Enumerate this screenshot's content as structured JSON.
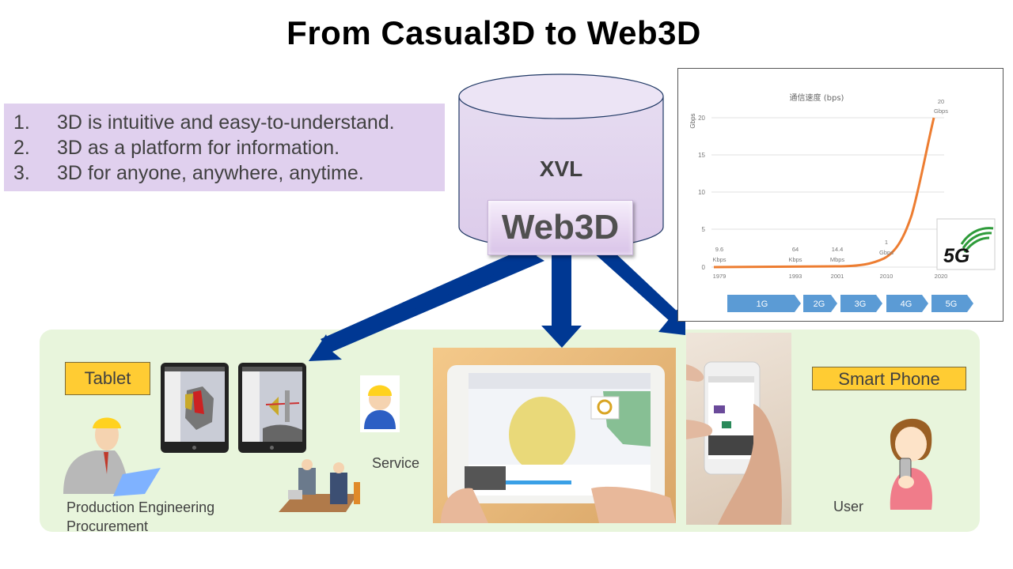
{
  "title": "From Casual3D to Web3D",
  "key_points": [
    {
      "num": "1.",
      "text": "3D is intuitive and easy-to-understand."
    },
    {
      "num": "2.",
      "text": "3D as a platform for information."
    },
    {
      "num": "3.",
      "text": "3D for anyone, anywhere, anytime."
    }
  ],
  "database": {
    "label": "XVL",
    "badge": "Web3D"
  },
  "colors": {
    "arrow": "#003893",
    "panel_bg": "#e8f5dc",
    "label_bg": "#ffcc33",
    "points_bg": "#e0d0ee",
    "curve": "#ed7d31",
    "gen_arrow": "#5b9bd5"
  },
  "devices": {
    "tablet": {
      "label": "Tablet"
    },
    "smartphone": {
      "label": "Smart Phone"
    }
  },
  "roles": {
    "production": "Production Engineering",
    "procurement": "Procurement",
    "service": "Service",
    "user": "User"
  },
  "chart_data": {
    "type": "line",
    "title": "通信速度 (bps)",
    "xlabel": "",
    "ylabel": "Gbps",
    "ylim": [
      0,
      20
    ],
    "yticks": [
      0,
      5,
      10,
      15,
      20
    ],
    "x": [
      "1979",
      "1993",
      "2001",
      "2010",
      "2020"
    ],
    "values": [
      9.6e-06,
      6.4e-05,
      0.0144,
      1,
      20
    ],
    "data_labels": [
      {
        "x": "1979",
        "line1": "9.6",
        "line2": "Kbps"
      },
      {
        "x": "1993",
        "line1": "64",
        "line2": "Kbps"
      },
      {
        "x": "2001",
        "line1": "14.4",
        "line2": "Mbps"
      },
      {
        "x": "2010",
        "line1": "1",
        "line2": "Gbps"
      },
      {
        "x": "2020",
        "line1": "20",
        "line2": "Gbps"
      }
    ],
    "generations": [
      "1G",
      "2G",
      "3G",
      "4G",
      "5G"
    ],
    "logo": "5G",
    "grid": true,
    "legend": "none"
  }
}
